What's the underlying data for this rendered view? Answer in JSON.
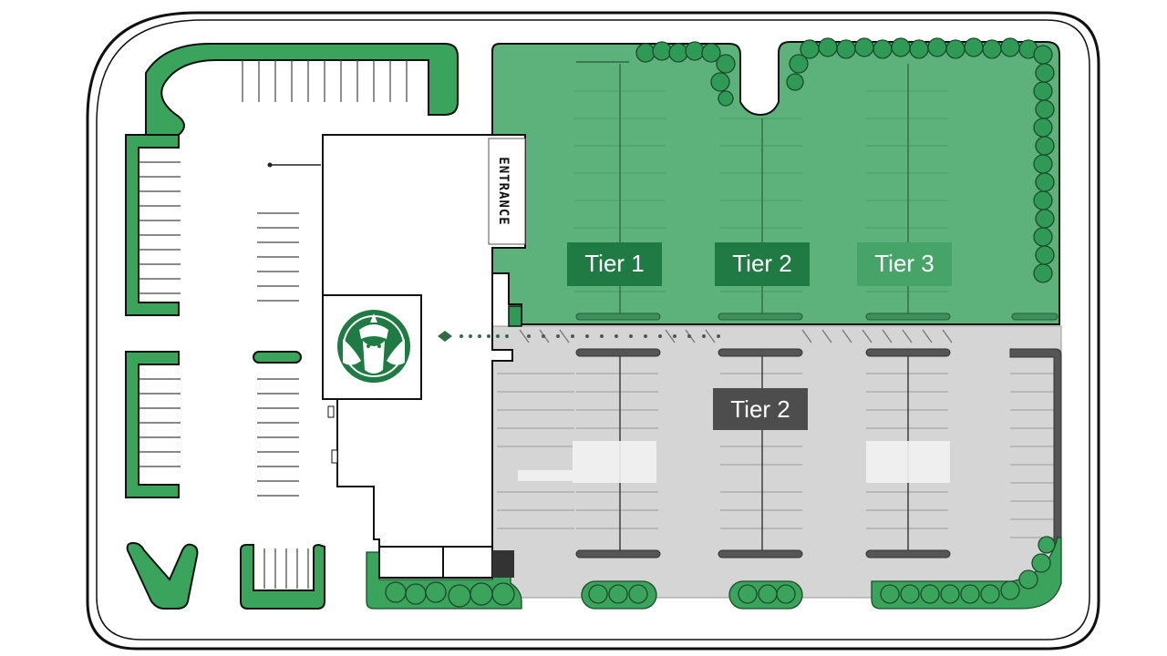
{
  "site_plan": {
    "building_sign": "ENTRANCE",
    "logo": "starbucks-logo",
    "zones": [
      {
        "label": "Tier 1",
        "zone": "green",
        "label_color": "#1f7a44"
      },
      {
        "label": "Tier 2",
        "zone": "green",
        "label_color": "#1f7a44"
      },
      {
        "label": "Tier 3",
        "zone": "green",
        "label_color": "#46a468"
      },
      {
        "label": "Tier 2",
        "zone": "gray",
        "label_color": "#4d4d4d"
      }
    ],
    "colors": {
      "green_lot": "#5cb27a",
      "green_dark": "#2f9a55",
      "landscape": "#3aa35c",
      "gray_lot": "#d5d5d5",
      "outline": "#111111"
    }
  }
}
